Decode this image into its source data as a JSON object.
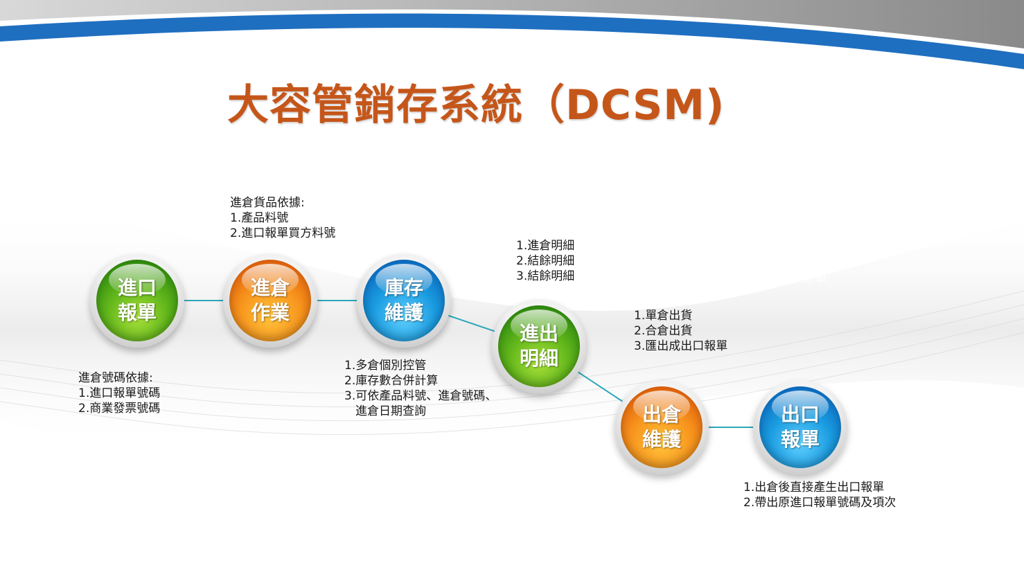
{
  "title": "大容管銷存系統（DCSM)",
  "ghost_text": "出口報單",
  "nodes": [
    {
      "line1": "進口",
      "line2": "報單"
    },
    {
      "line1": "進倉",
      "line2": "作業"
    },
    {
      "line1": "庫存",
      "line2": "維護"
    },
    {
      "line1": "進出",
      "line2": "明細"
    },
    {
      "line1": "出倉",
      "line2": "維護"
    },
    {
      "line1": "出口",
      "line2": "報單"
    }
  ],
  "notes": {
    "import_declaration": [
      "進倉號碼依據:",
      "1.進口報單號碼",
      "2.商業發票號碼"
    ],
    "warehouse_in": [
      "進倉貨品依據:",
      "1.產品料號",
      "2.進口報單買方料號"
    ],
    "inventory": [
      "1.多倉個別控管",
      "2.庫存數合併計算",
      "3.可依產品料號、進倉號碼、",
      "進倉日期查詢"
    ],
    "in_out_detail": [
      "1.進倉明細",
      "2.結餘明細",
      "3.結餘明細"
    ],
    "warehouse_out": [
      "1.單倉出貨",
      "2.合倉出貨",
      "3.匯出成出口報單"
    ],
    "export_declaration": [
      "1.出倉後直接產生出口報單",
      "2.帶出原進口報單號碼及項次"
    ]
  },
  "colors": {
    "title": "#c5561a",
    "connector": "#2aa7b8",
    "header_blue": "#1f6fc0",
    "green": "#5fb51a",
    "orange": "#f7941d",
    "blue": "#1a9be0"
  }
}
